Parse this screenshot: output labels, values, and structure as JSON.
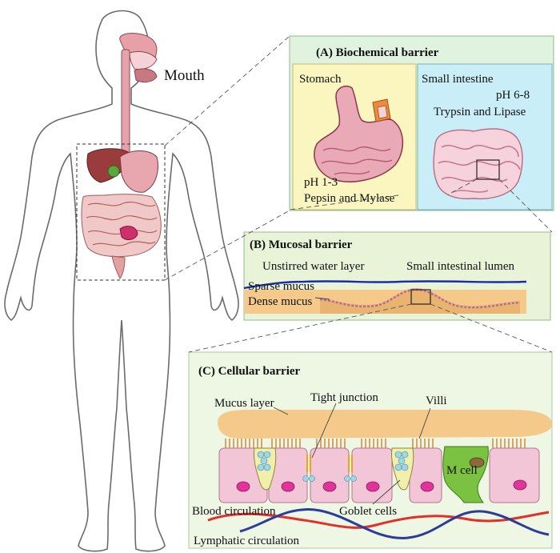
{
  "labels": {
    "mouth": "Mouth",
    "panel_a_title": "(A) Biochemical barrier",
    "stomach": "Stomach",
    "stomach_ph": "pH 1-3",
    "stomach_enzymes": "Pepsin and Mylase",
    "small_intestine": "Small intestine",
    "intestine_ph": "pH 6-8",
    "intestine_enzymes": "Trypsin and Lipase",
    "panel_b_title": "(B) Mucosal barrier",
    "unstirred_water": "Unstirred water layer",
    "lumen": "Small intestinal lumen",
    "sparse_mucus": "Sparse mucus",
    "dense_mucus": "Dense mucus",
    "panel_c_title": "(C) Cellular barrier",
    "mucus_layer": "Mucus layer",
    "tight_junction": "Tight junction",
    "villi": "Villi",
    "m_cell": "M cell",
    "blood_circulation": "Blood circulation",
    "goblet_cells": "Goblet cells",
    "lymphatic_circulation": "Lymphatic circulation"
  },
  "colors": {
    "panel_a_bg": "#dff3de",
    "stomach_bg": "#fbf6c0",
    "intestine_bg": "#c9eef8",
    "panel_b_bg": "#e8f3d8",
    "panel_c_bg": "#eef6e4",
    "mucus": "#f5c98a",
    "cell": "#f2c6d6",
    "nucleus": "#e0349a",
    "blood": "#e0302a",
    "lymph": "#2b3c9a",
    "m_cell": "#7cc242"
  }
}
